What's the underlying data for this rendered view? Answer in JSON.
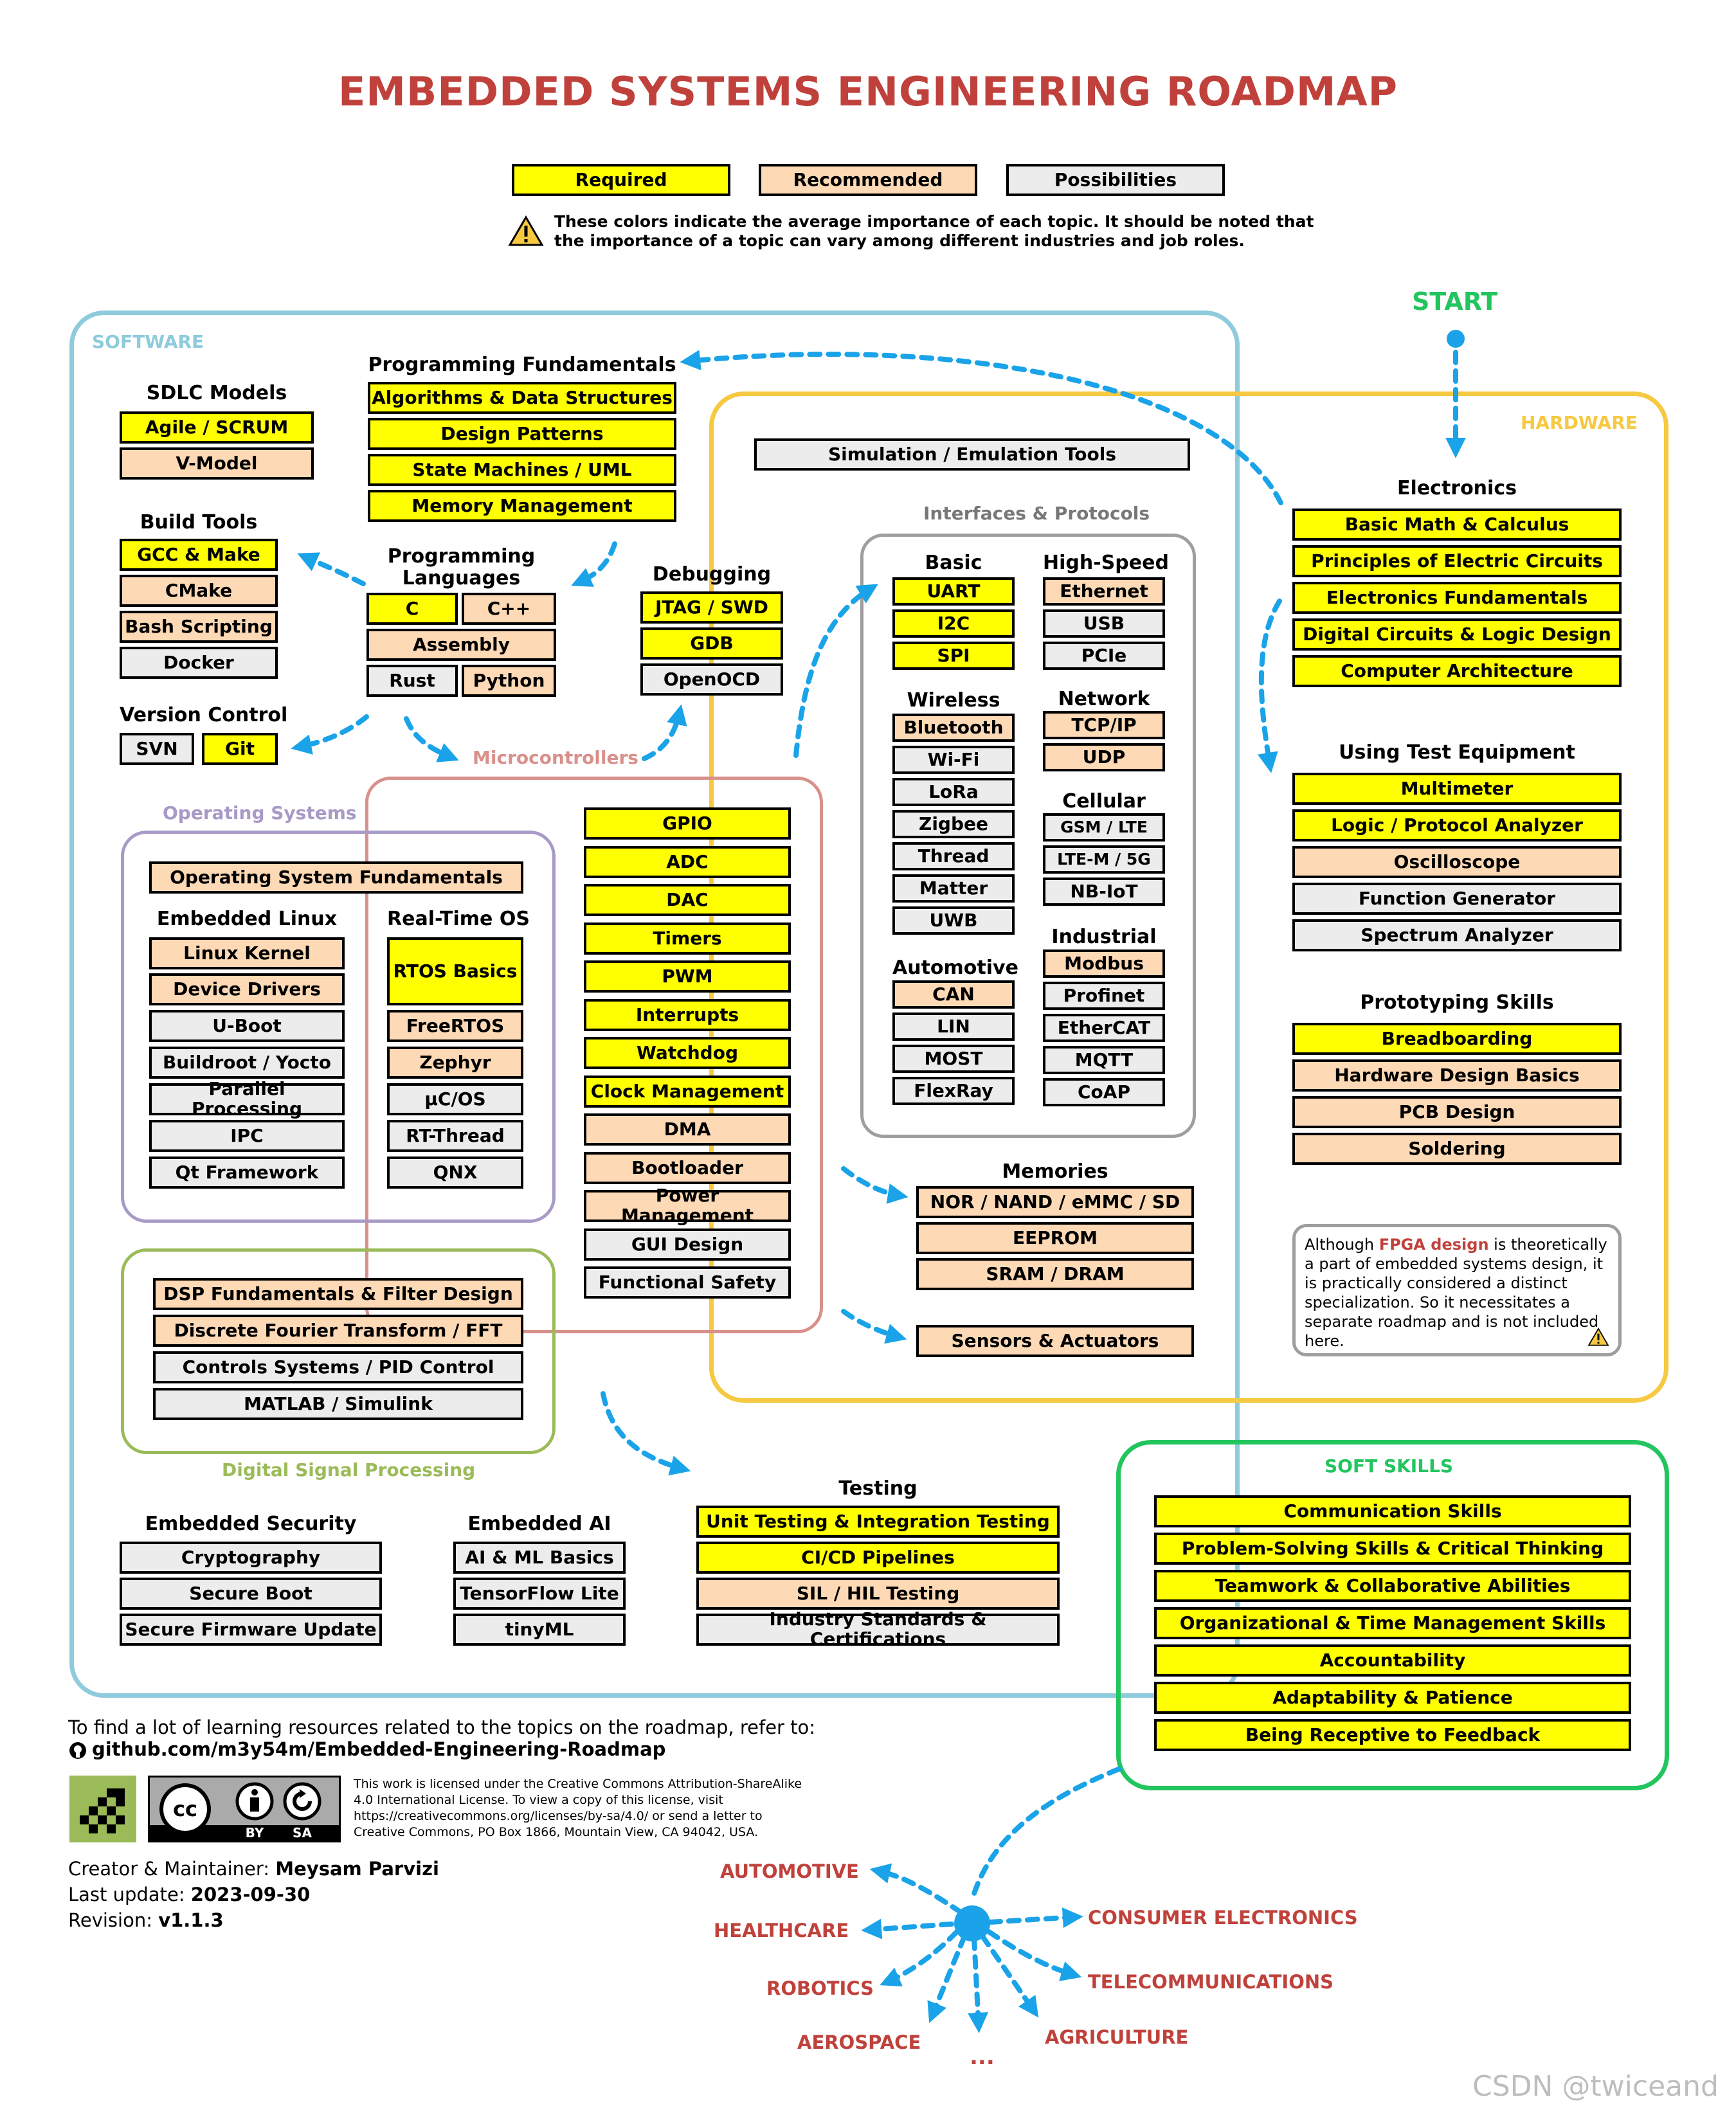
{
  "header": {
    "title": "EMBEDDED SYSTEMS ENGINEERING ROADMAP",
    "legend": {
      "required": "Required",
      "recommended": "Recommended",
      "possibilities": "Possibilities"
    },
    "note_line1": "These colors indicate the average importance of each topic. It should be noted that",
    "note_line2": "the importance of a topic can vary among different industries and job roles."
  },
  "colors": {
    "required": "#ffff00",
    "recommended": "#fdd9b5",
    "possibilities": "#ececec",
    "software": "#8ecbdc",
    "hardware": "#f6c942",
    "soft_skills": "#22c55e",
    "micro": "#d9908b",
    "os": "#a89ac7",
    "dsp": "#9bbb59",
    "arrow": "#1aa3e8",
    "industry": "#c0413b"
  },
  "start": "START",
  "regions": {
    "software": "SOFTWARE",
    "hardware": "HARDWARE",
    "microcontrollers": "Microcontrollers",
    "operating_systems": "Operating Systems",
    "dsp": "Digital Signal Processing",
    "soft_skills": "SOFT SKILLS",
    "interfaces": "Interfaces & Protocols"
  },
  "sdlc": {
    "title": "SDLC Models",
    "items": [
      "Agile / SCRUM",
      "V-Model"
    ]
  },
  "prog_fund": {
    "title": "Programming Fundamentals",
    "items": [
      "Algorithms & Data Structures",
      "Design Patterns",
      "State Machines / UML",
      "Memory Management"
    ]
  },
  "build_tools": {
    "title": "Build Tools",
    "items": [
      "GCC & Make",
      "CMake",
      "Bash Scripting",
      "Docker"
    ]
  },
  "prog_lang": {
    "title_1": "Programming",
    "title_2": "Languages",
    "items": [
      "C",
      "C++",
      "Assembly",
      "Rust",
      "Python"
    ]
  },
  "debugging": {
    "title": "Debugging",
    "items": [
      "JTAG / SWD",
      "GDB",
      "OpenOCD"
    ]
  },
  "version_control": {
    "title": "Version Control",
    "items": [
      "SVN",
      "Git"
    ]
  },
  "simulation": "Simulation / Emulation Tools",
  "os_fund": "Operating System Fundamentals",
  "embedded_linux": {
    "title": "Embedded Linux",
    "items": [
      "Linux Kernel",
      "Device Drivers",
      "U-Boot",
      "Buildroot / Yocto",
      "Parallel Processing",
      "IPC",
      "Qt Framework"
    ]
  },
  "rtos": {
    "title": "Real-Time OS",
    "items": [
      "RTOS Basics",
      "FreeRTOS",
      "Zephyr",
      "µC/OS",
      "RT-Thread",
      "QNX"
    ]
  },
  "micro": {
    "items": [
      "GPIO",
      "ADC",
      "DAC",
      "Timers",
      "PWM",
      "Interrupts",
      "Watchdog",
      "Clock Management",
      "DMA",
      "Bootloader",
      "Power Management",
      "GUI Design",
      "Functional Safety"
    ]
  },
  "proto": {
    "basic": {
      "title": "Basic",
      "items": [
        "UART",
        "I2C",
        "SPI"
      ]
    },
    "highspeed": {
      "title": "High-Speed",
      "items": [
        "Ethernet",
        "USB",
        "PCIe"
      ]
    },
    "wireless": {
      "title": "Wireless",
      "items": [
        "Bluetooth",
        "Wi-Fi",
        "LoRa",
        "Zigbee",
        "Thread",
        "Matter",
        "UWB"
      ]
    },
    "network": {
      "title": "Network",
      "items": [
        "TCP/IP",
        "UDP"
      ]
    },
    "cellular": {
      "title": "Cellular",
      "items": [
        "GSM / LTE",
        "LTE-M / 5G",
        "NB-IoT"
      ]
    },
    "industrial": {
      "title": "Industrial",
      "items": [
        "Modbus",
        "Profinet",
        "EtherCAT",
        "MQTT",
        "CoAP"
      ]
    },
    "automotive": {
      "title": "Automotive",
      "items": [
        "CAN",
        "LIN",
        "MOST",
        "FlexRay"
      ]
    }
  },
  "memories": {
    "title": "Memories",
    "items": [
      "NOR / NAND / eMMC / SD",
      "EEPROM",
      "SRAM / DRAM"
    ]
  },
  "sensors": "Sensors & Actuators",
  "dsp": {
    "items": [
      "DSP Fundamentals & Filter Design",
      "Discrete Fourier Transform / FFT",
      "Controls Systems / PID Control",
      "MATLAB / Simulink"
    ]
  },
  "electronics": {
    "title": "Electronics",
    "items": [
      "Basic Math & Calculus",
      "Principles of Electric Circuits",
      "Electronics Fundamentals",
      "Digital Circuits & Logic Design",
      "Computer Architecture"
    ]
  },
  "test_equipment": {
    "title": "Using Test Equipment",
    "items": [
      "Multimeter",
      "Logic / Protocol Analyzer",
      "Oscilloscope",
      "Function Generator",
      "Spectrum Analyzer"
    ]
  },
  "prototyping": {
    "title": "Prototyping Skills",
    "items": [
      "Breadboarding",
      "Hardware Design Basics",
      "PCB Design",
      "Soldering"
    ]
  },
  "fpga_note": {
    "pre": "Although ",
    "highlight": "FPGA design",
    "lines": [
      " is theoretically",
      "a part of embedded systems design, it",
      "is practically considered a distinct",
      "specialization. So it necessitates a",
      "separate roadmap and is not included",
      "here."
    ]
  },
  "testing": {
    "title": "Testing",
    "items": [
      "Unit Testing & Integration Testing",
      "CI/CD Pipelines",
      "SIL / HIL Testing",
      "Industry Standards & Certifications"
    ]
  },
  "security": {
    "title": "Embedded Security",
    "items": [
      "Cryptography",
      "Secure Boot",
      "Secure Firmware Update"
    ]
  },
  "ai": {
    "title": "Embedded AI",
    "items": [
      "AI & ML Basics",
      "TensorFlow Lite",
      "tinyML"
    ]
  },
  "soft_skills": {
    "items": [
      "Communication Skills",
      "Problem-Solving Skills & Critical Thinking",
      "Teamwork & Collaborative Abilities",
      "Organizational & Time Management Skills",
      "Accountability",
      "Adaptability & Patience",
      "Being Receptive to Feedback"
    ]
  },
  "footer": {
    "resources": "To find a lot of learning resources related to the topics on the roadmap, refer to:",
    "repo": "github.com/m3y54m/Embedded-Engineering-Roadmap",
    "license_lines": [
      "This work is licensed under the Creative Commons Attribution-ShareAlike",
      "4.0 International License. To view a copy of this license, visit",
      "https://creativecommons.org/licenses/by-sa/4.0/ or send a letter to",
      "Creative Commons, PO Box 1866, Mountain View, CA 94042, USA."
    ],
    "cc_by": "BY",
    "cc_sa": "SA",
    "creator_label": "Creator & Maintainer: ",
    "creator": "Meysam Parvizi",
    "update_label": "Last update: ",
    "update": "2023-09-30",
    "revision_label": "Revision: ",
    "revision": "v1.1.3"
  },
  "industries": [
    "AUTOMOTIVE",
    "HEALTHCARE",
    "ROBOTICS",
    "AEROSPACE",
    "...",
    "AGRICULTURE",
    "TELECOMMUNICATIONS",
    "CONSUMER ELECTRONICS"
  ],
  "watermark": "CSDN @twiceand"
}
